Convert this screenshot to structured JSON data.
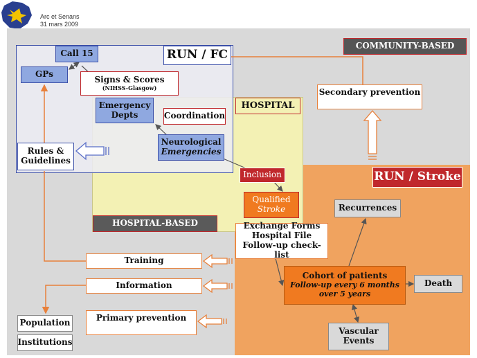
{
  "header": {
    "org": "Arc et Senans",
    "date": "31 mars 2009"
  },
  "regions": {
    "run_fc": "RUN / FC",
    "hospital": "HOSPITAL",
    "community": "COMMUNITY-BASED",
    "hospital_based": "HOSPITAL-BASED",
    "run_stroke": "RUN / Stroke"
  },
  "nodes": {
    "call15": "Call 15",
    "gps": "GPs",
    "signs_scores": "Signs & Scores",
    "signs_scores_sub": "(NIHSS-Glasgow)",
    "emergency_depts_1": "Emergency",
    "emergency_depts_2": "Depts",
    "coordination": "Coordination",
    "neuro_1": "Neurological",
    "neuro_2": "Emergencies",
    "rules_1": "Rules &",
    "rules_2": "Guidelines",
    "secondary_prevention": "Secondary prevention",
    "inclusion": "Inclusion",
    "qualified_1": "Qualified",
    "qualified_2": "Stroke",
    "recurrences": "Recurrences",
    "exchange_1": "Exchange Forms",
    "exchange_2": "Hospital File",
    "exchange_3": "Follow-up check-list",
    "cohort_1": "Cohort of patients",
    "cohort_2": "Follow-up every 6 months",
    "cohort_3": "over 5 years",
    "death": "Death",
    "vascular_1": "Vascular",
    "vascular_2": "Events",
    "training": "Training",
    "information": "Information",
    "primary_prevention": "Primary prevention",
    "population": "Population",
    "institutions": "Institutions"
  },
  "colors": {
    "run_fc_border": "#3b4fa8",
    "run_fc_fill": "#eaeaf0",
    "hospital_fill": "#f3f1b4",
    "stroke_fill": "#f0a35f",
    "orange": "#e8803a",
    "red_border": "#c0282c",
    "blue_node": "#8fa8e0",
    "dark_orange": "#f07a20"
  }
}
